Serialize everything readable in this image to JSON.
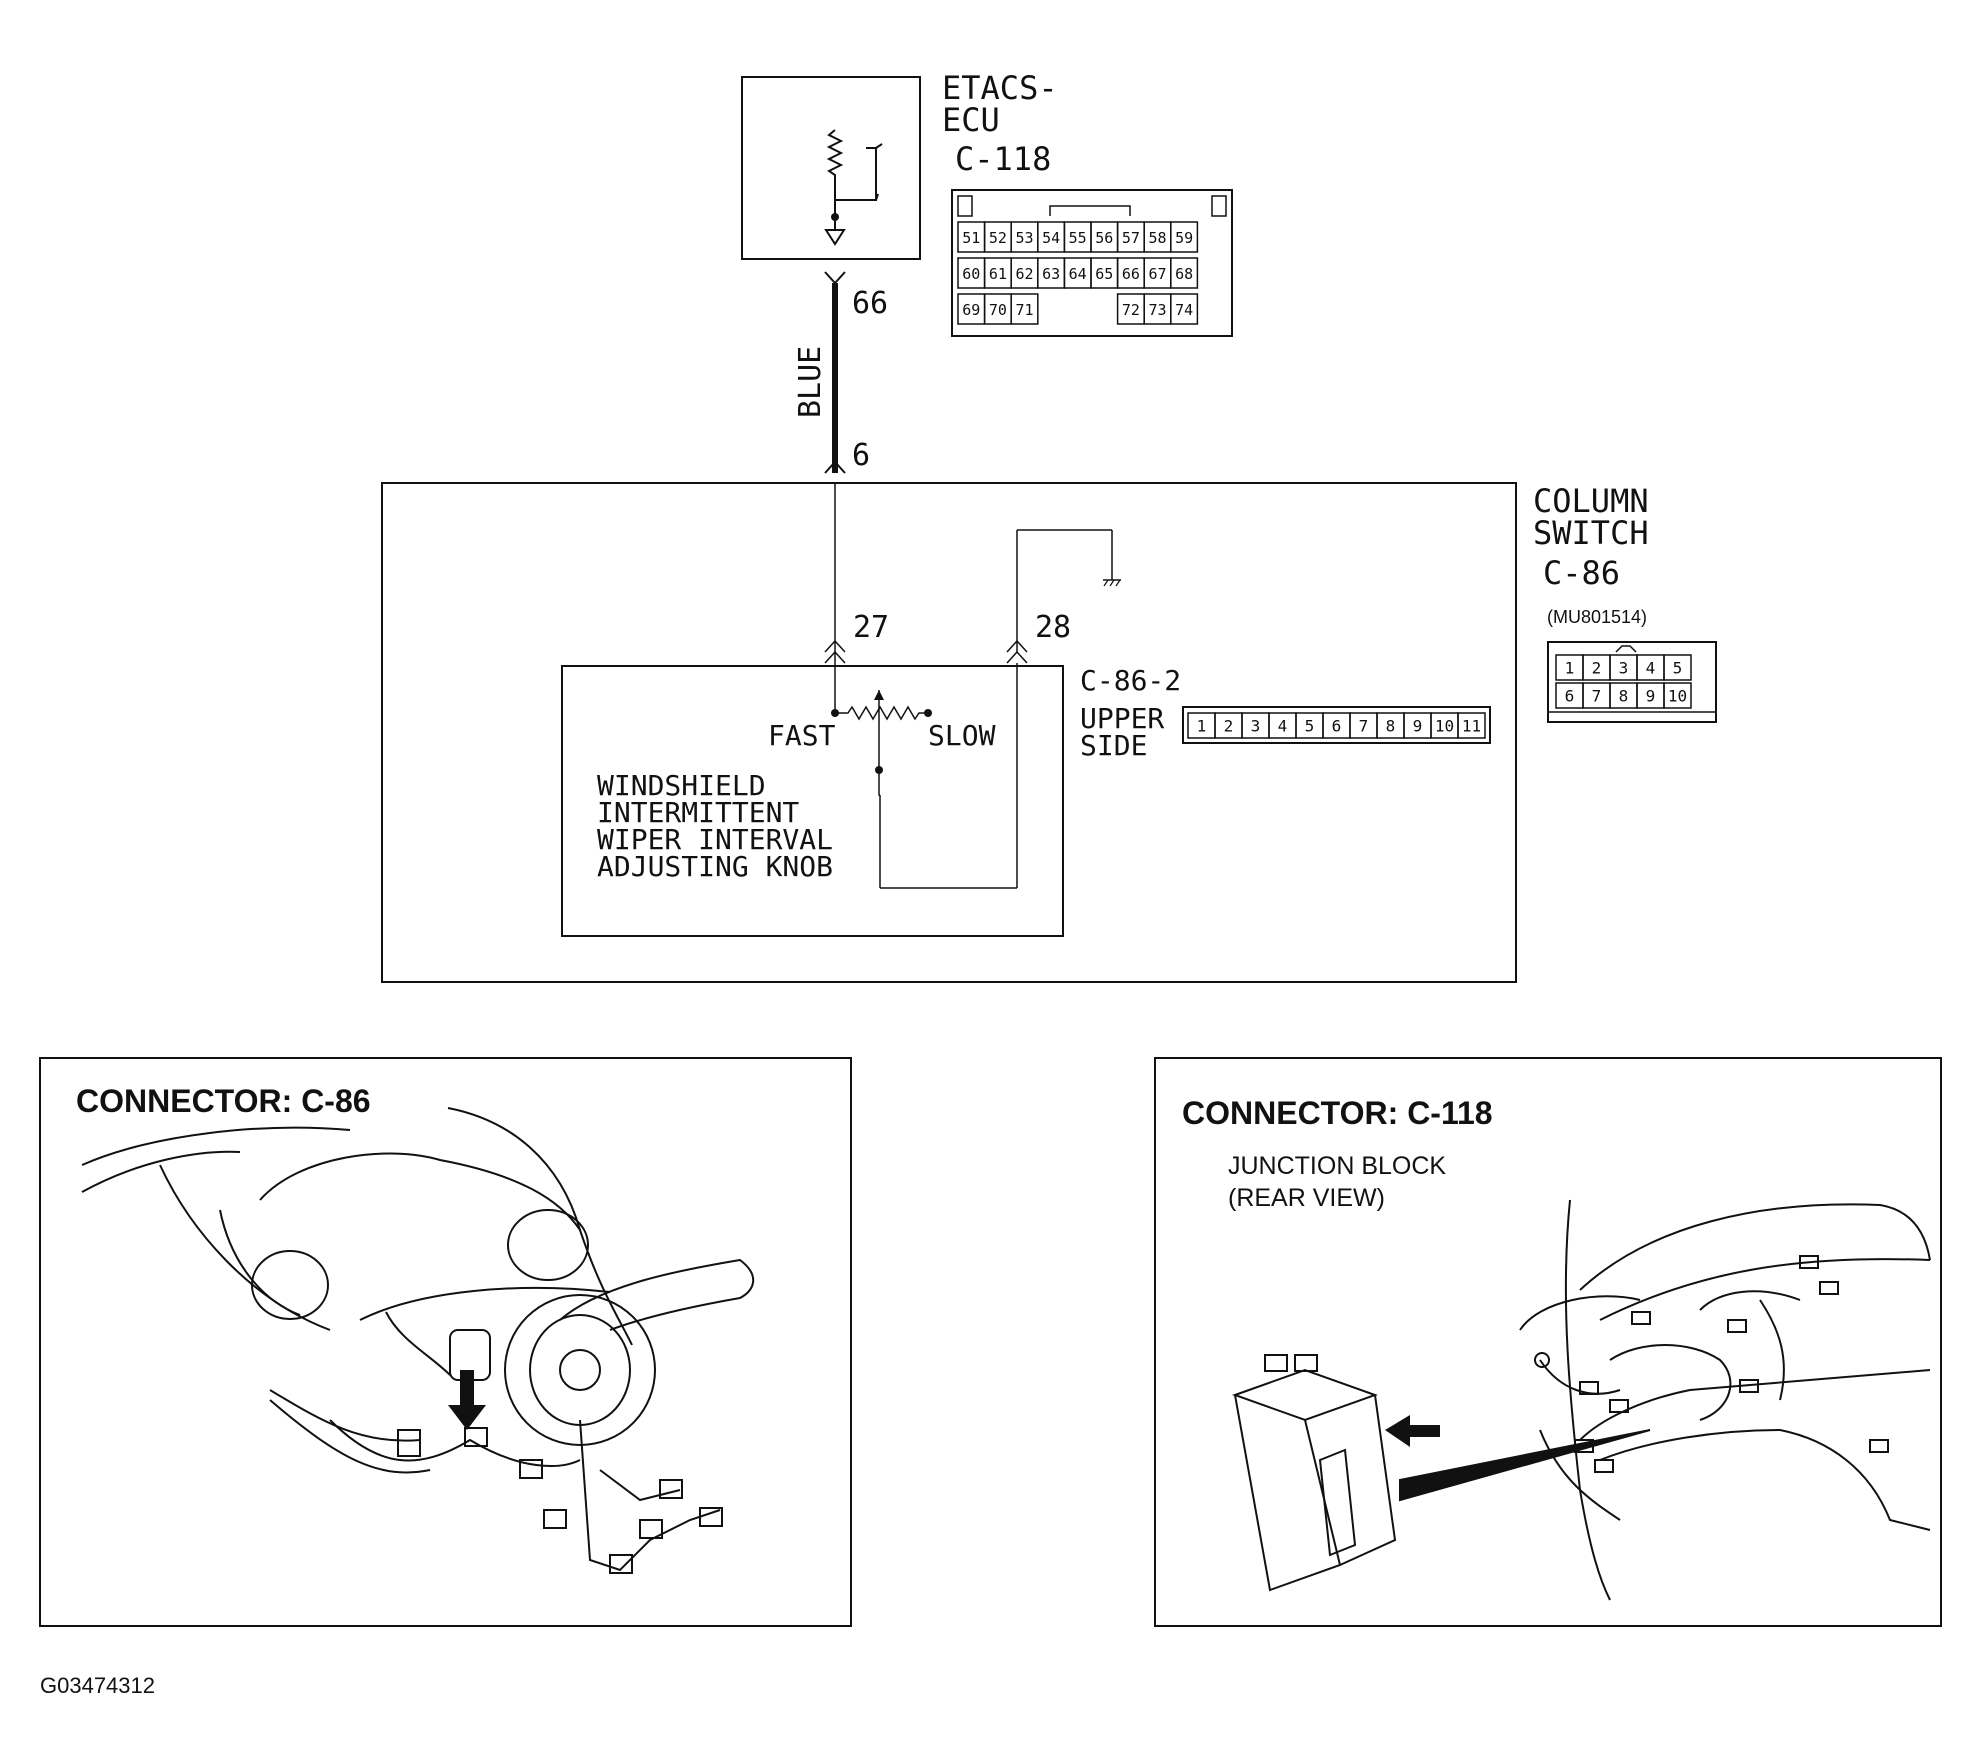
{
  "colors": {
    "line": "#111111",
    "background": "#ffffff"
  },
  "ecu": {
    "title_line1": "ETACS-",
    "title_line2": "ECU",
    "connector_id": "C-118",
    "pin_grid": {
      "row1": [
        "51",
        "52",
        "53",
        "54",
        "55",
        "56",
        "57",
        "58",
        "59"
      ],
      "row2": [
        "60",
        "61",
        "62",
        "63",
        "64",
        "65",
        "66",
        "67",
        "68"
      ],
      "row3": [
        "69",
        "70",
        "71",
        "72",
        "73",
        "74"
      ]
    },
    "pin_out": "66"
  },
  "wire": {
    "color_label": "BLUE"
  },
  "column_switch": {
    "title_line1": "COLUMN",
    "title_line2": "SWITCH",
    "connector_id": "C-86",
    "part_number": "(MU801514)",
    "pin_in": "6",
    "pin_a": "27",
    "pin_b": "28",
    "sub_connector_id": "C-86-2",
    "sub_connector_label_line1": "UPPER",
    "sub_connector_label_line2": "SIDE",
    "sub_pins": [
      "1",
      "2",
      "3",
      "4",
      "5",
      "6",
      "7",
      "8",
      "9",
      "10",
      "11"
    ],
    "connector_pins": {
      "row1": [
        "1",
        "2",
        "3",
        "4",
        "5"
      ],
      "row2": [
        "6",
        "7",
        "8",
        "9",
        "10"
      ]
    }
  },
  "knob": {
    "fast_label": "FAST",
    "slow_label": "SLOW",
    "name_line1": "WINDSHIELD",
    "name_line2": "INTERMITTENT",
    "name_line3": "WIPER INTERVAL",
    "name_line4": "ADJUSTING KNOB"
  },
  "panel_left": {
    "title": "CONNECTOR: C-86"
  },
  "panel_right": {
    "title": "CONNECTOR: C-118",
    "caption_line1": "JUNCTION BLOCK",
    "caption_line2": "(REAR VIEW)"
  },
  "figure_id": "G03474312"
}
